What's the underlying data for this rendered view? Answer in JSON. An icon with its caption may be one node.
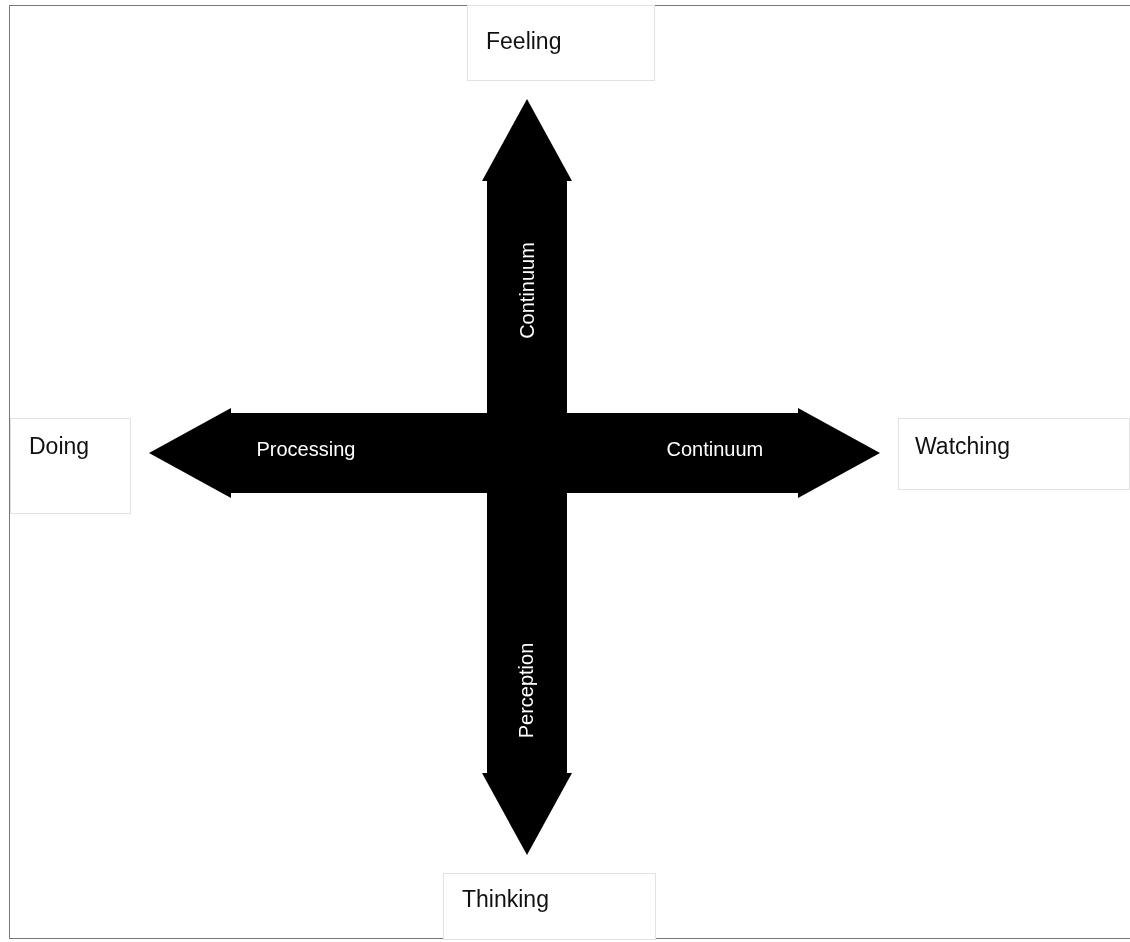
{
  "diagram": {
    "nodes": [
      {
        "text": [
          "Feeling"
        ]
      },
      {
        "text": [
          "Doing"
        ]
      },
      {
        "text": [
          "Watching"
        ]
      },
      {
        "text": [
          "Thinking"
        ]
      }
    ],
    "edges": [
      {
        "from": 0,
        "to": 3,
        "arrow": "both"
      },
      {
        "from": 1,
        "to": 2,
        "arrow": "both"
      }
    ],
    "labels": [
      "Continuum",
      "Processing",
      "Continuum",
      "Perception"
    ]
  }
}
